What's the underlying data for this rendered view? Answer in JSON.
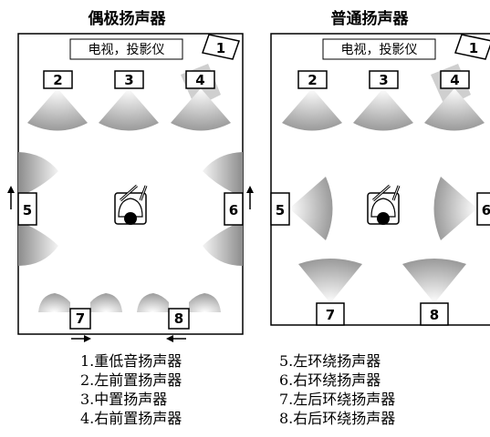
{
  "titles": {
    "left": "偶极扬声器",
    "right": "普通扬声器"
  },
  "screen_label": "电视，投影仪",
  "numbers": [
    "1",
    "2",
    "3",
    "4",
    "5",
    "6",
    "7",
    "8"
  ],
  "legend": {
    "left": [
      "1.重低音扬声器",
      "2.左前置扬声器",
      "3.中置扬声器",
      "4.右前置扬声器"
    ],
    "right": [
      "5.左环绕扬声器",
      "6.右环绕扬声器",
      "7.左后环绕扬声器",
      "8.右后环绕扬声器"
    ]
  }
}
